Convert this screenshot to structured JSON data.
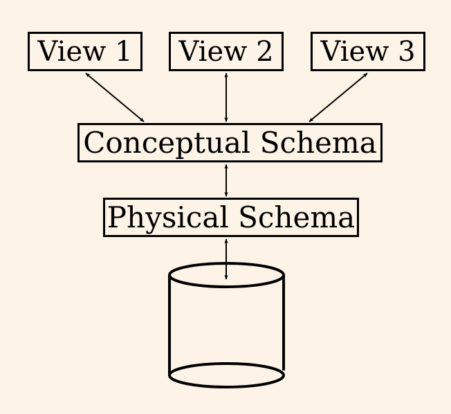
{
  "views": [
    {
      "label": "View 1"
    },
    {
      "label": "View 2"
    },
    {
      "label": "View 3"
    }
  ],
  "conceptual_schema": {
    "label": "Conceptual Schema"
  },
  "physical_schema": {
    "label": "Physical Schema"
  },
  "colors": {
    "background": "#fdf3e7",
    "stroke": "#000000"
  }
}
